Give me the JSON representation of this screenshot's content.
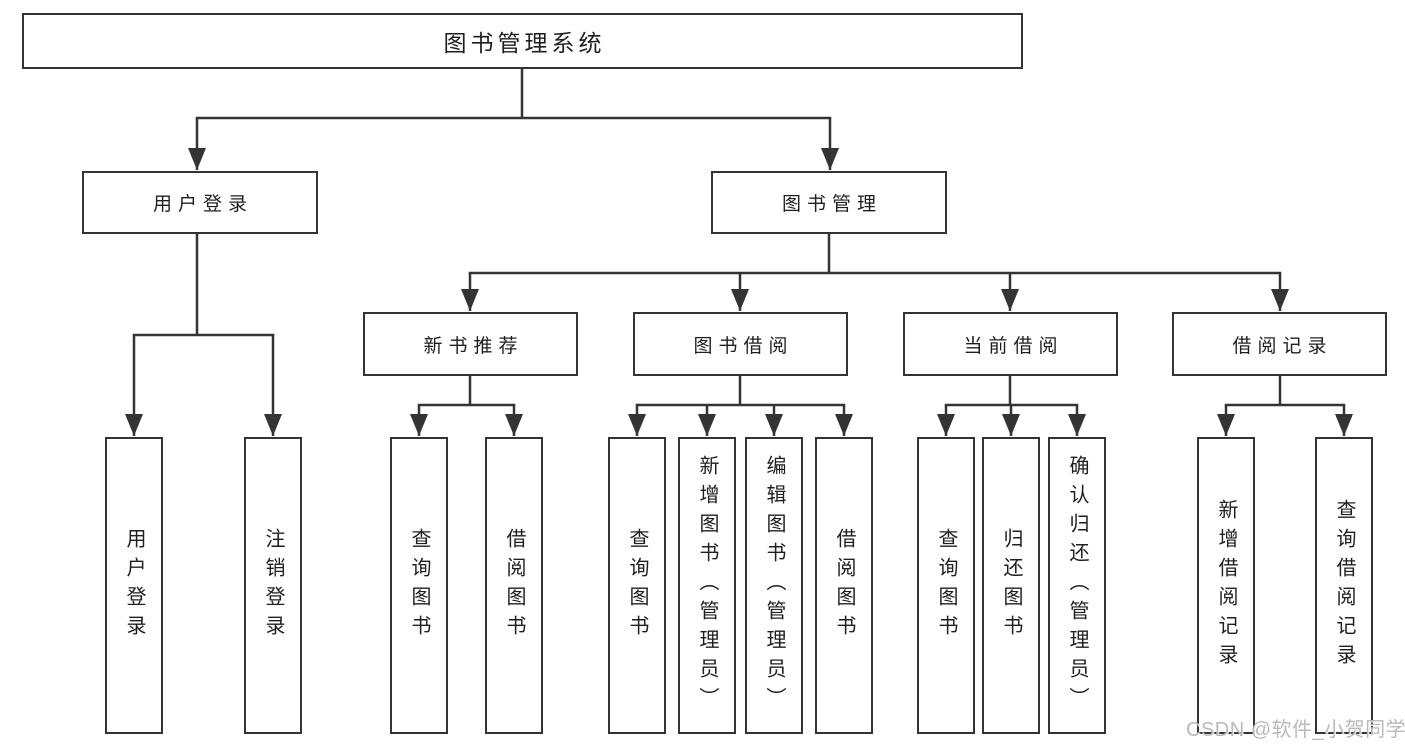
{
  "colors": {
    "background": "#ffffff",
    "line": "#343434",
    "box_border": "#343434",
    "box_fill": "#ffffff",
    "text": "#1f1f1f",
    "watermark": "#b9b9b9"
  },
  "tree": {
    "root": "图书管理系统",
    "branches": [
      {
        "label": "用户登录",
        "children": [
          "用户登录",
          "注销登录"
        ]
      },
      {
        "label": "图书管理",
        "sections": [
          {
            "label": "新书推荐",
            "children": [
              "查询图书",
              "借阅图书"
            ]
          },
          {
            "label": "图书借阅",
            "children": [
              "查询图书",
              "新增图书（管理员）",
              "编辑图书（管理员）",
              "借阅图书"
            ]
          },
          {
            "label": "当前借阅",
            "children": [
              "查询图书",
              "归还图书",
              "确认归还（管理员）"
            ]
          },
          {
            "label": "借阅记录",
            "children": [
              "新增借阅记录",
              "查询借阅记录"
            ]
          }
        ]
      }
    ]
  },
  "watermark": {
    "text": "CSDN @软件_小贺同学"
  }
}
